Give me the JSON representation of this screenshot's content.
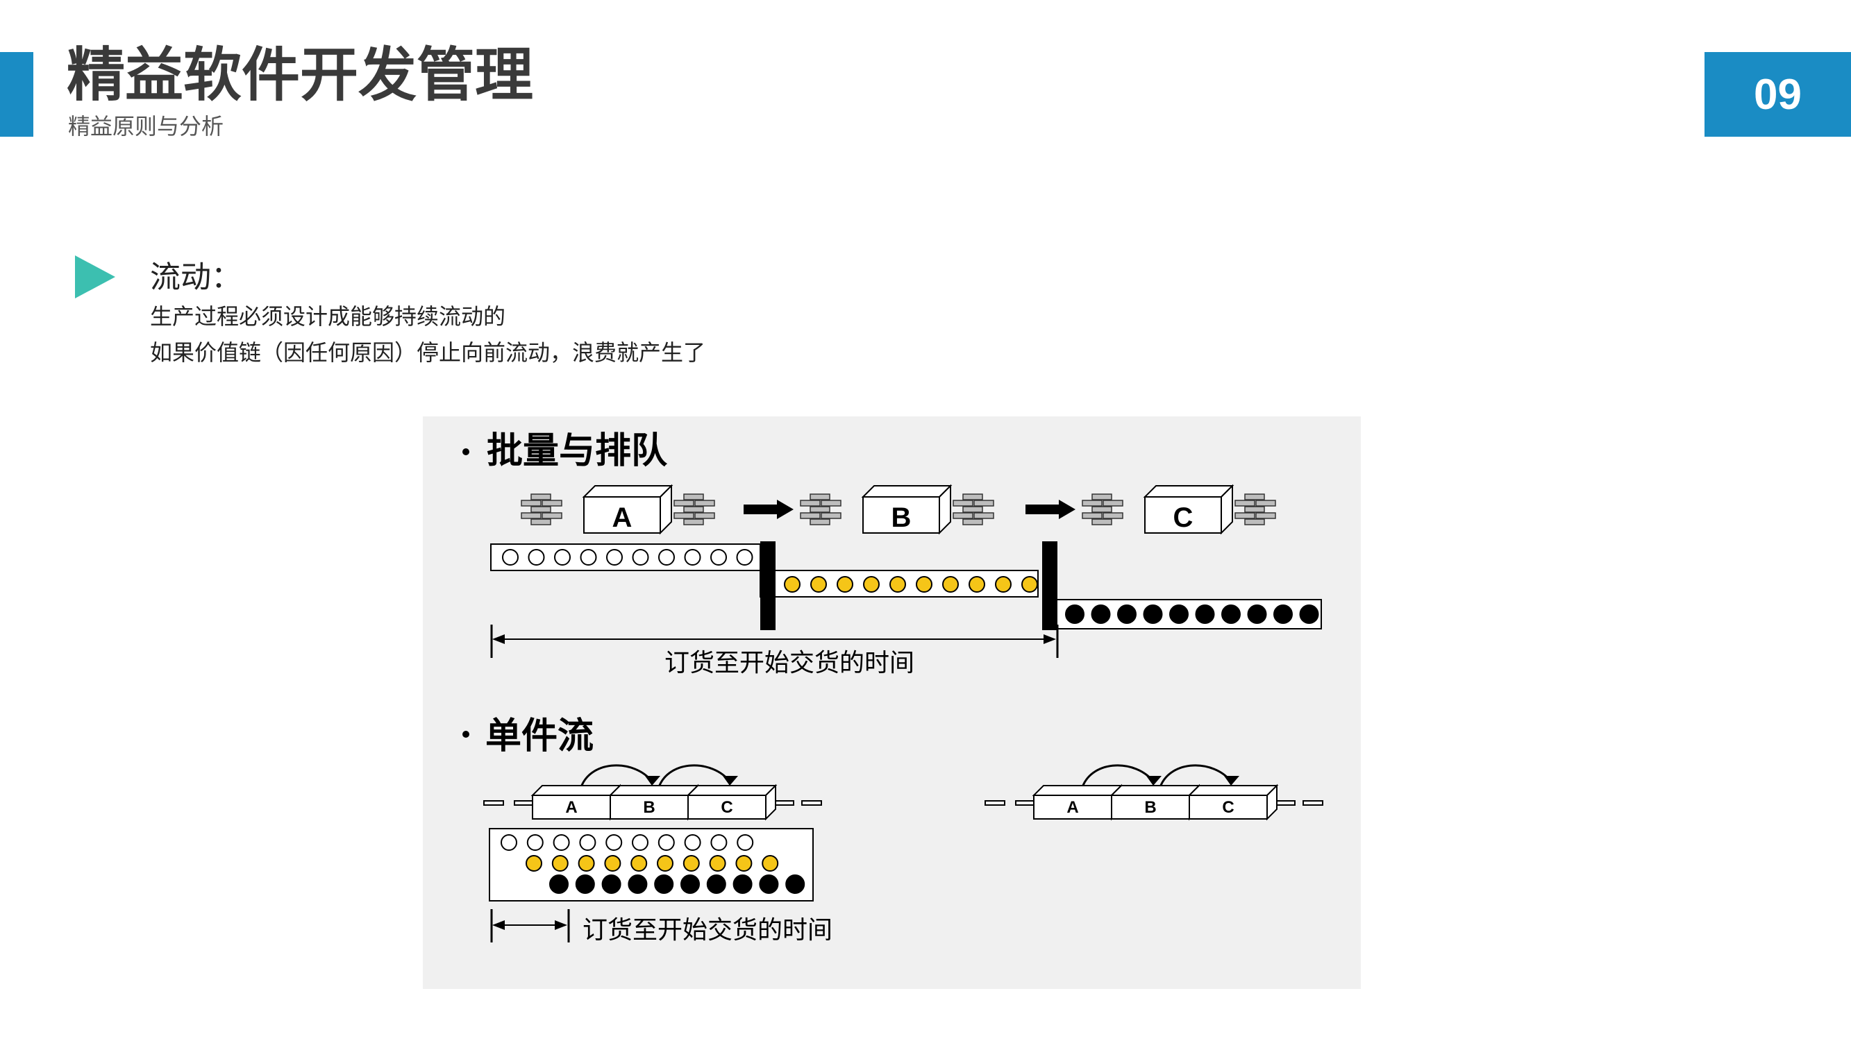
{
  "header": {
    "title": "精益软件开发管理",
    "subtitle": "精益原则与分析",
    "page_number": "09",
    "accent_color": "#1a8cc4"
  },
  "section": {
    "icon": "play-triangle-icon",
    "icon_color": "#3cbfb0",
    "heading": "流动：",
    "line1": "生产过程必须设计成能够持续流动的",
    "line2": "如果价值链（因任何原因）停止向前流动，浪费就产生了"
  },
  "diagram": {
    "batch": {
      "heading": "批量与排队",
      "stations": [
        "A",
        "B",
        "C"
      ],
      "queue_counts": [
        10,
        10,
        10
      ],
      "queue_colors": [
        "#ffffff",
        "#f5c518",
        "#000000"
      ],
      "lead_time_label": "订货至开始交货的时间"
    },
    "single": {
      "heading": "单件流",
      "stations": [
        "A",
        "B",
        "C"
      ],
      "rows": [
        {
          "count": 10,
          "color": "#ffffff"
        },
        {
          "count": 10,
          "color": "#f5c518"
        },
        {
          "count": 10,
          "color": "#000000"
        }
      ],
      "lead_time_label": "订货至开始交货的时间"
    }
  }
}
